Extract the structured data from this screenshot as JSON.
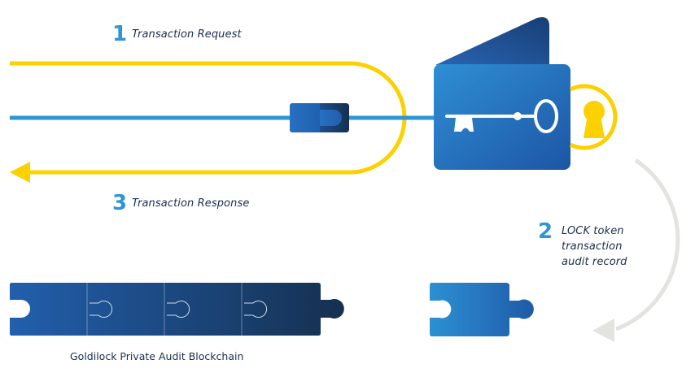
{
  "steps": [
    {
      "number": "1",
      "label": "Transaction Request"
    },
    {
      "number": "2",
      "label_lines": [
        "LOCK token",
        "transaction",
        "audit record"
      ]
    },
    {
      "number": "3",
      "label": "Transaction Response"
    }
  ],
  "blockchain": {
    "label": "Goldilock Private Audit Blockchain",
    "block_count": 4
  },
  "colors": {
    "yellow": "#fdd000",
    "light_blue": "#2e95d6",
    "mid_blue": "#1f5fae",
    "dark_navy": "#163252",
    "text_navy": "#1a2e4c",
    "grey_arrow": "#e3e3df"
  }
}
